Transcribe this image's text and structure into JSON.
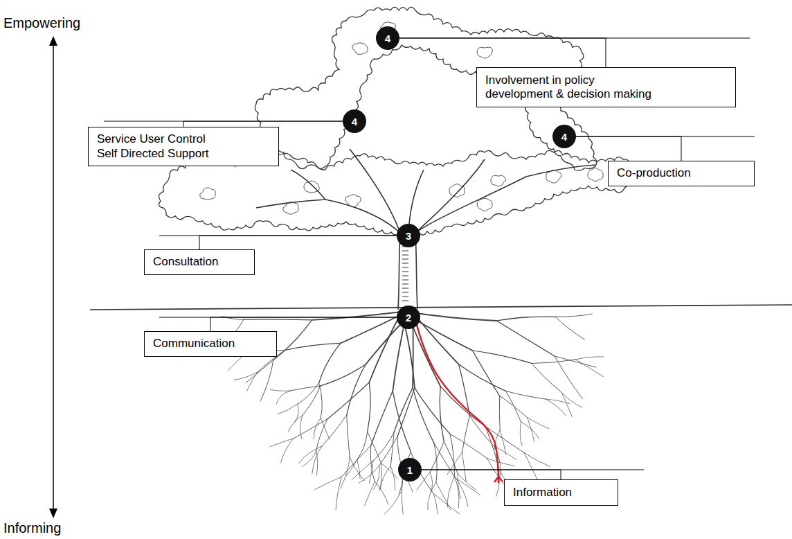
{
  "diagram": {
    "nodes": [
      {
        "text": [
          "4"
        ]
      },
      {
        "text": [
          "Involvement in policy development & decision making"
        ]
      },
      {
        "text": [
          "4"
        ]
      },
      {
        "text": [
          "Service User Control Self Directed Support"
        ]
      },
      {
        "text": [
          "4"
        ]
      },
      {
        "text": [
          "Co-production"
        ]
      },
      {
        "text": [
          "3"
        ]
      },
      {
        "text": [
          "Consultation"
        ]
      },
      {
        "text": [
          "2"
        ]
      },
      {
        "text": [
          "Communication"
        ]
      },
      {
        "text": [
          "1"
        ]
      },
      {
        "text": [
          "Information"
        ]
      }
    ],
    "edges": [
      {
        "from": 0,
        "to": 1,
        "arrow": "none"
      },
      {
        "from": 2,
        "to": 3,
        "arrow": "none"
      },
      {
        "from": 4,
        "to": 5,
        "arrow": "none"
      },
      {
        "from": 6,
        "to": 7,
        "arrow": "none"
      },
      {
        "from": 8,
        "to": 9,
        "arrow": "none"
      },
      {
        "from": 10,
        "to": 11,
        "arrow": "none"
      }
    ],
    "labels": [
      "Empowering",
      "Informing"
    ]
  }
}
